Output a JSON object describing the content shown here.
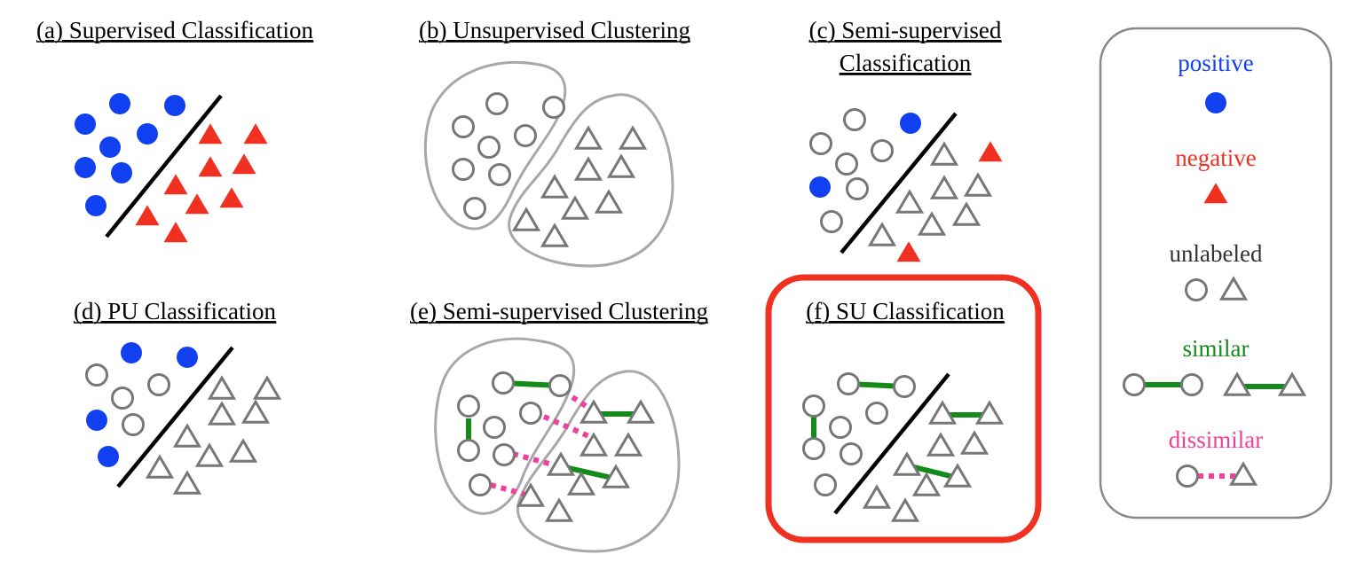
{
  "colors": {
    "positive": "#1040f0",
    "negative": "#f03020",
    "unlabeled_stroke": "#777777",
    "unlabeled_text": "#333333",
    "similar": "#138a1a",
    "dissimilar": "#f0409a",
    "cluster_outline": "#a8a8a8",
    "boundary": "#000000",
    "highlight_frame": "#f03020",
    "legend_frame": "#888888"
  },
  "panels": [
    {
      "id": "a",
      "title_lines": [
        "(a) Supervised Classification"
      ],
      "has_boundary": true,
      "has_clusters": false,
      "highlighted": false
    },
    {
      "id": "b",
      "title_lines": [
        "(b) Unsupervised Clustering"
      ],
      "has_boundary": false,
      "has_clusters": true,
      "highlighted": false
    },
    {
      "id": "c",
      "title_lines": [
        "(c) Semi-supervised",
        "Classification"
      ],
      "has_boundary": true,
      "has_clusters": false,
      "highlighted": false
    },
    {
      "id": "d",
      "title_lines": [
        "(d) PU Classification"
      ],
      "has_boundary": true,
      "has_clusters": false,
      "highlighted": false
    },
    {
      "id": "e",
      "title_lines": [
        "(e) Semi-supervised Clustering"
      ],
      "has_boundary": false,
      "has_clusters": true,
      "highlighted": false
    },
    {
      "id": "f",
      "title_lines": [
        "(f) SU Classification"
      ],
      "has_boundary": true,
      "has_clusters": false,
      "highlighted": true
    }
  ],
  "legend": {
    "items": [
      {
        "key": "positive",
        "label": "positive",
        "symbol": "filled-circle"
      },
      {
        "key": "negative",
        "label": "negative",
        "symbol": "filled-triangle"
      },
      {
        "key": "unlabeled",
        "label": "unlabeled",
        "symbol": "hollow-circle-and-triangle"
      },
      {
        "key": "similar",
        "label": "similar",
        "symbol": "solid-link-pairs"
      },
      {
        "key": "dissimilar",
        "label": "dissimilar",
        "symbol": "dotted-link-pair"
      }
    ]
  }
}
